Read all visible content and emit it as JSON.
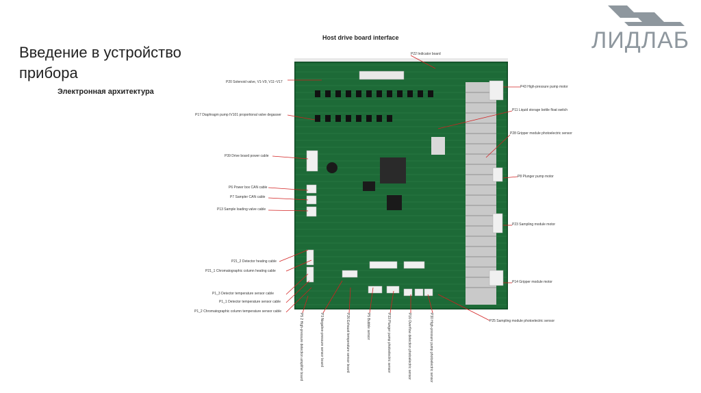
{
  "page": {
    "title": "Введение в устройство прибора",
    "subtitle": "Электронная архитектура",
    "logo_text": "ЛИДЛАБ",
    "board_title": "Host drive board interface"
  },
  "colors": {
    "pcb_green": "#1d6a37",
    "pcb_dark": "#0f4a24",
    "leader_line": "#d22020",
    "logo_gray": "#8e979e"
  },
  "labels": {
    "p22": "P22 Indicator board",
    "p20": "P20 Solenoid valve, V1-V9, V11~V17",
    "p43": "P43 High-pressure pump motor",
    "p11": "P11 Liquid storage bottle float switch",
    "p17": "P17 Diaphragm pump IV101 proportional valve degasser",
    "p28": "P28 Gripper module photoelectric sensor",
    "p39": "P39 Drive board power cable",
    "p8": "P8 Plunger pump motor",
    "p6": "P6 Power box CAN cable",
    "p7": "P7 Sampler CAN cable",
    "p13": "P13 Sample loading valve cable",
    "p23": "P23 Sampling module motor",
    "p21_2": "P21_2 Detector heating cable",
    "p21_1": "P21_1 Chromatographic column heating cable",
    "p14": "P14 Gripper module motor",
    "p1_3": "P1_3 Detector temperature sensor cable",
    "p1_1": "P1_1 Detector temperature sensor cable",
    "p1_2": "P1_2 Chromatographic column temperature sensor cable",
    "p25": "P25 Sampling module photoelectric sensor",
    "v1": "P5 2 High-pressure detection amplifier board",
    "v2": "P3 Negative-pressure sensor board",
    "v3": "P26 Exhaust temperature sensor board",
    "v4": "P5 Bubble sensor",
    "v5": "P33 Plunger pump photoelectric sensor",
    "v6": "P16 Overflow detection photoelectric sensor",
    "v7": "P30 High-pressure pump photoelectric sensor"
  }
}
